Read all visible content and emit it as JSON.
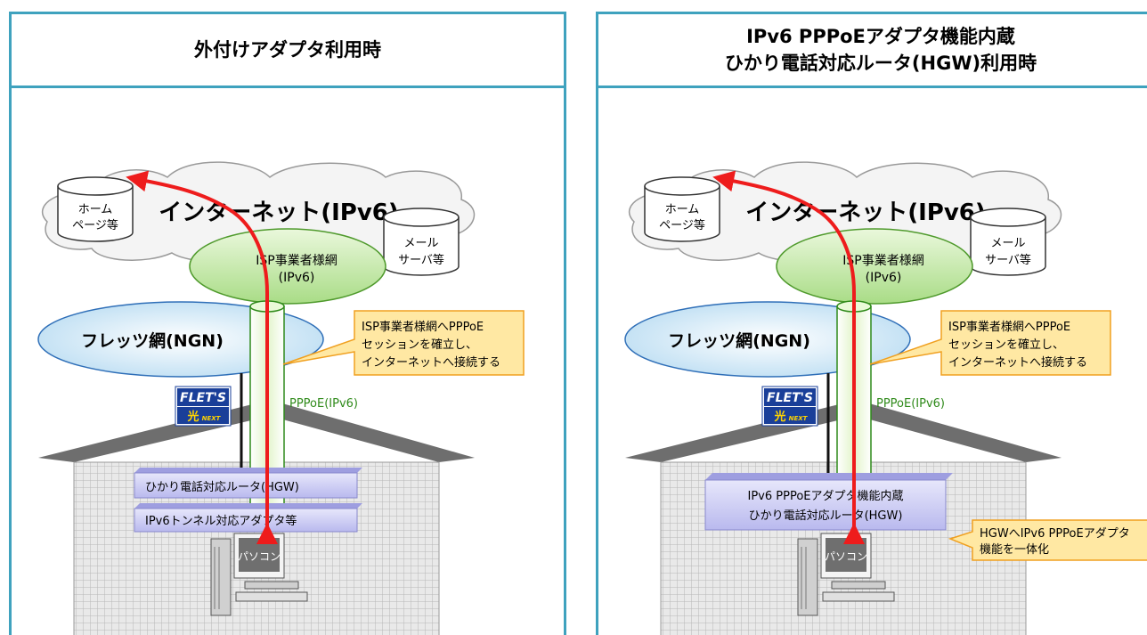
{
  "left": {
    "title": "外付けアダプタ利用時",
    "cloud_label": "インターネット(IPv6)",
    "home_server": [
      "ホーム",
      "ページ等"
    ],
    "mail_server": [
      "メール",
      "サーバ等"
    ],
    "isp_label": [
      "ISP事業者様網",
      "(IPv6)"
    ],
    "flets_label": "フレッツ網(NGN)",
    "callout": [
      "ISP事業者様網へPPPoE",
      "セッションを確立し、",
      "インターネットへ接続する"
    ],
    "pppoe_label": "PPPoE(IPv6)",
    "logo_text": "FLET'S",
    "logo_sub": "光",
    "logo_next": "NEXT",
    "device1": "ひかり電話対応ルータ(HGW)",
    "device2": "IPv6トンネル対応アダプタ等",
    "pc_label": "パソコン"
  },
  "right": {
    "title_line1": "IPv6 PPPoEアダプタ機能内蔵",
    "title_line2": "ひかり電話対応ルータ(HGW)利用時",
    "cloud_label": "インターネット(IPv6)",
    "home_server": [
      "ホーム",
      "ページ等"
    ],
    "mail_server": [
      "メール",
      "サーバ等"
    ],
    "isp_label": [
      "ISP事業者様網",
      "(IPv6)"
    ],
    "flets_label": "フレッツ網(NGN)",
    "callout": [
      "ISP事業者様網へPPPoE",
      "セッションを確立し、",
      "インターネットへ接続する"
    ],
    "pppoe_label": "PPPoE(IPv6)",
    "logo_text": "FLET'S",
    "logo_sub": "光",
    "logo_next": "NEXT",
    "device": [
      "IPv6 PPPoEアダプタ機能内蔵",
      "ひかり電話対応ルータ(HGW)"
    ],
    "callout2": [
      "HGWへIPv6 PPPoEアダプタ",
      "機能を一体化"
    ],
    "pc_label": "パソコン"
  },
  "colors": {
    "border": "#3fa2be",
    "arrow": "#ee1c1c",
    "isp_fill": "#c8ecae",
    "flets_fill": "#d6ecf7",
    "callout_fill": "#ffe8a3",
    "device_fill": "#ccccf5",
    "house_roof": "#6e6e6e"
  }
}
